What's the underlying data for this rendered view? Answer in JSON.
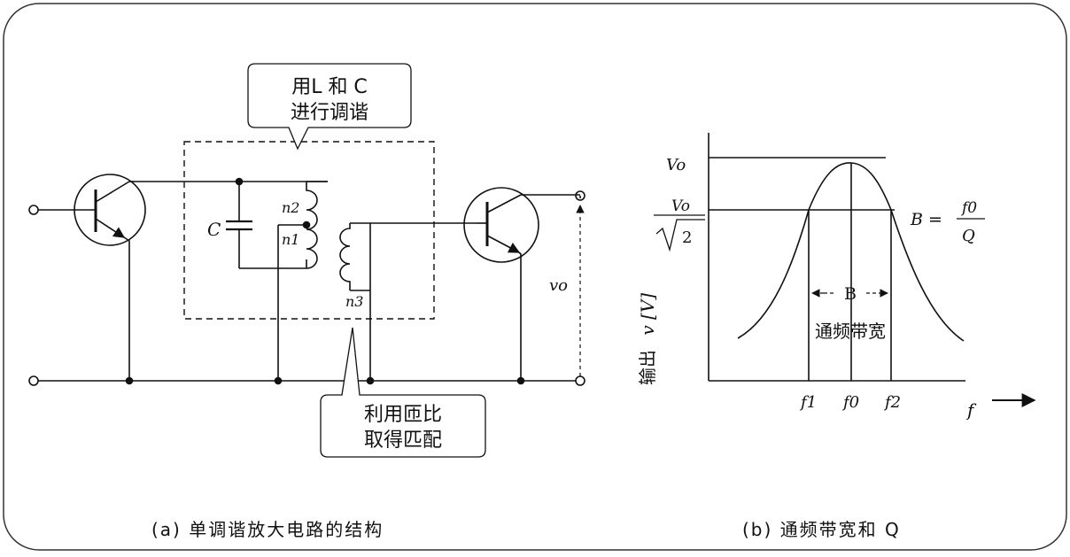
{
  "circuit": {
    "callout_top": [
      "用L 和  C",
      "进行调谐"
    ],
    "callout_bottom": [
      "利用匝比",
      "取得匹配"
    ],
    "capacitor_label": "C",
    "coil_labels": {
      "n2": "n2",
      "n1": "n1",
      "n3": "n3"
    },
    "output_label": "vo"
  },
  "graph": {
    "vo_label": "Vo",
    "half_power_num": "Vo",
    "half_power_den": "2",
    "formula_lhs": "B =",
    "formula_num": "f0",
    "formula_den": "Q",
    "bandwidth_label": "B",
    "band_text": "通频带宽",
    "ylabel_cn": "输出",
    "ylabel_sym": "v [V]",
    "xlabel": "f",
    "ticks": [
      "f1",
      "f0",
      "f2"
    ]
  },
  "captions": {
    "a": "(a) 单调谐放大电路的结构",
    "b": "(b) 通频带宽和 Q"
  }
}
